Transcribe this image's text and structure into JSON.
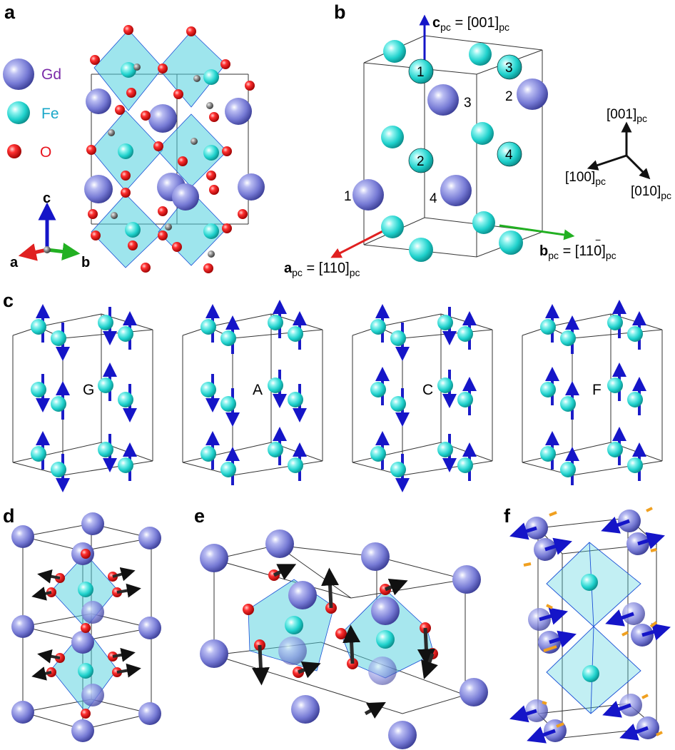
{
  "panels": {
    "a": "a",
    "b": "b",
    "c": "c",
    "d": "d",
    "e": "e",
    "f": "f"
  },
  "legend": {
    "gd": "Gd",
    "fe": "Fe",
    "o": "O"
  },
  "axes_a": {
    "a": "a",
    "b": "b",
    "c": "c"
  },
  "panel_b": {
    "cpc_prefix": "c",
    "cpc_sub": "pc",
    "cpc_eq": " = [001]",
    "cpc_eq_sub": "pc",
    "apc_prefix": "a",
    "apc_sub": "pc",
    "apc_eq": " = [110]",
    "apc_eq_sub": "pc",
    "bpc_prefix": "b",
    "bpc_sub": "pc",
    "bpc_eq": " = [110]",
    "bpc_eq_sub": "pc",
    "bpc_bar": "−",
    "fe_labels": [
      "1",
      "2",
      "3",
      "4"
    ],
    "gd_labels": [
      "1",
      "2",
      "3",
      "4"
    ],
    "dir_001": "[001]",
    "dir_100": "[100]",
    "dir_010": "[010]",
    "dir_sub": "pc"
  },
  "panel_c": {
    "modes": [
      "G",
      "A",
      "C",
      "F"
    ]
  },
  "colors": {
    "gd": "#7b7fd6",
    "fe": "#22d3cf",
    "o": "#e8141e",
    "octa": "#4fd0de",
    "spin": "#1b1bc8",
    "axis_a": "#e02020",
    "axis_b": "#22b022",
    "axis_c": "#1515c8",
    "dark_arrow": "#2a2a2a",
    "orange_arrow": "#f0a020"
  }
}
